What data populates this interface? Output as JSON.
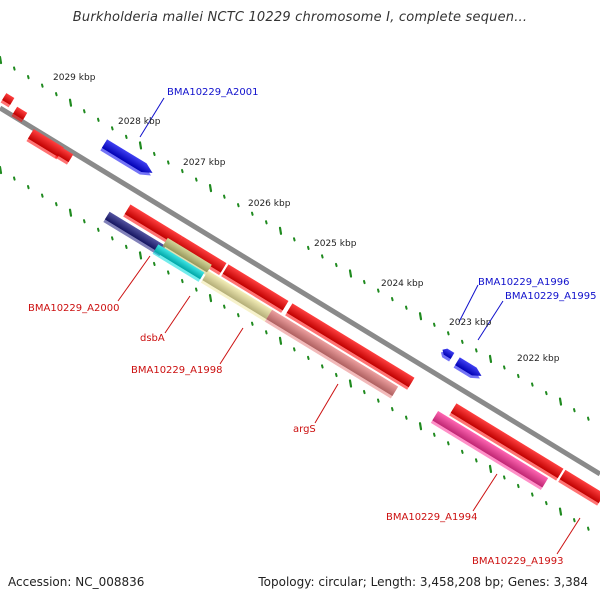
{
  "header": {
    "title": "Burkholderia mallei NCTC 10229 chromosome I, complete sequen..."
  },
  "footer": {
    "accession": "Accession: NC_008836",
    "topology": "Topology: circular; Length: 3,458,208 bp; Genes: 3,384"
  },
  "colors": {
    "backbone": "#8a8a8a",
    "tick": "#1f8a1f",
    "forward_label": "#1010cc",
    "reverse_label": "#cc1010",
    "cds_red": "#ff0000",
    "blue": "#0000ee",
    "navy": "#1a1a80",
    "cyan": "#00dddd",
    "khaki": "#c8c878",
    "paleyellow": "#f0e8a0",
    "salmon": "#e88080",
    "pink": "#ff3399"
  },
  "scale": {
    "unit_labels": [
      "2029 kbp",
      "2028 kbp",
      "2027 kbp",
      "2026 kbp",
      "2025 kbp",
      "2024 kbp",
      "2023 kbp",
      "2022 kbp"
    ]
  },
  "genes": {
    "forward_labels": [
      "BMA10229_A2001",
      "BMA10229_A1996",
      "BMA10229_A1995"
    ],
    "reverse_labels": [
      "BMA10229_A2000",
      "dsbA",
      "BMA10229_A1998",
      "argS",
      "BMA10229_A1994",
      "BMA10229_A1993"
    ]
  }
}
